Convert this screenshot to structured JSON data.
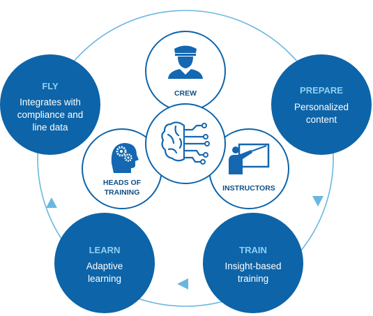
{
  "colors": {
    "dark_blue": "#0d64a8",
    "ring_blue": "#69b7df",
    "icon_blue": "#1467b0",
    "white": "#ffffff"
  },
  "stages": {
    "fly": {
      "title": "FLY",
      "lines": [
        "Integrates with",
        "compliance and",
        "line data"
      ]
    },
    "prepare": {
      "title": "PREPARE",
      "lines": [
        "Personalized",
        "content"
      ]
    },
    "train": {
      "title": "TRAIN",
      "lines": [
        "Insight-based",
        "training"
      ]
    },
    "learn": {
      "title": "LEARN",
      "lines": [
        "Adaptive",
        "learning"
      ]
    }
  },
  "roles": {
    "crew": {
      "label": "CREW",
      "icon": "pilot-icon"
    },
    "heads_of_training": {
      "lines": [
        "HEADS OF",
        "TRAINING"
      ],
      "icon": "head-gears-icon"
    },
    "instructors": {
      "label": "INSTRUCTORS",
      "icon": "instructor-board-icon"
    },
    "center": {
      "icon": "brain-circuit-icon"
    }
  }
}
